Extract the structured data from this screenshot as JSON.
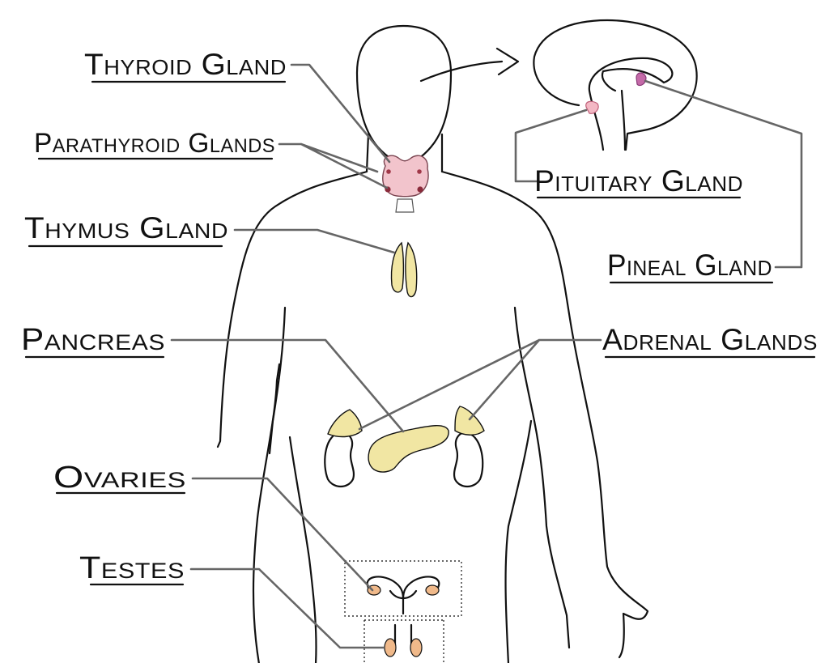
{
  "labels": {
    "thyroid": "Thyroid Gland",
    "parathyroid": "Parathyroid Glands",
    "thymus": "Thymus Gland",
    "pancreas": "Pancreas",
    "ovaries": "Ovaries",
    "testes": "Testes",
    "pituitary": "Pituitary Gland",
    "pineal": "Pineal Gland",
    "adrenal": "Adrenal Glands"
  },
  "colors": {
    "outline": "#111111",
    "leader_line": "#666666",
    "thyroid": "#f2c4cc",
    "parathyroid": "#8a2a3a",
    "yellow_gland": "#f1e6a3",
    "gonad": "#f0b98a",
    "pineal": "#c46aa8",
    "pituitary": "#f3b8c4"
  }
}
